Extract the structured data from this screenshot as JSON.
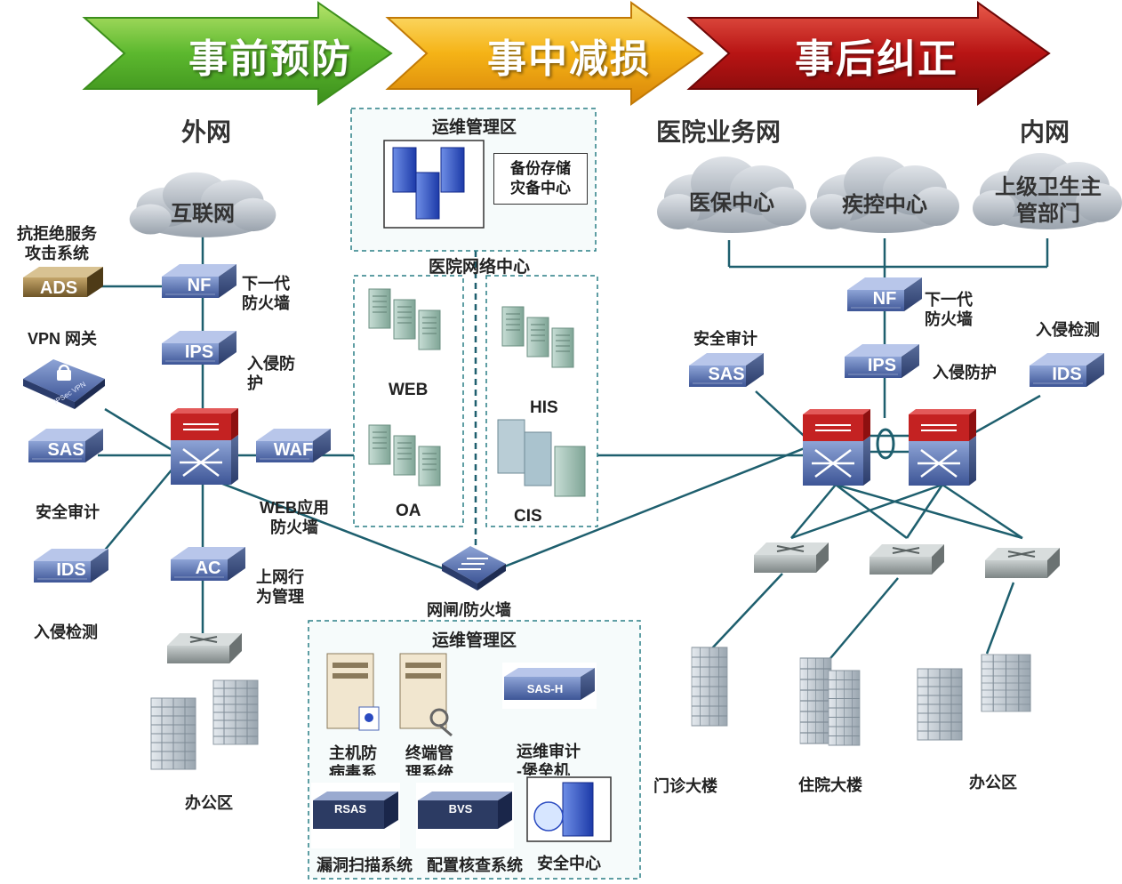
{
  "banner": {
    "stage1": "事前预防",
    "stage2": "事中减损",
    "stage3": "事后纠正",
    "colors": {
      "stage1": "#5cb82e",
      "stage2": "#f0a010",
      "stage3": "#b81414"
    }
  },
  "sections": {
    "extranet": "外网",
    "hospital_net": "医院业务网",
    "intranet": "内网"
  },
  "clouds": {
    "internet": "互联网",
    "medical_insurance": "医保中心",
    "disease_control": "疾控中心",
    "health_authority_line1": "上级卫生主",
    "health_authority_line2": "管部门"
  },
  "left": {
    "ads_label_line1": "抗拒绝服务",
    "ads_label_line2": "攻击系统",
    "ads": "ADS",
    "nf": "NF",
    "nf_label_line1": "下一代",
    "nf_label_line2": "防火墙",
    "vpn_label": "VPN 网关",
    "vpn_device": "IPSec VPN",
    "ips": "IPS",
    "ips_label_line1": "入侵防",
    "ips_label_line2": "护",
    "sas": "SAS",
    "sas_label": "安全审计",
    "waf": "WAF",
    "waf_label_line1": "WEB应用",
    "waf_label_line2": "防火墙",
    "ids": "IDS",
    "ids_label": "入侵检测",
    "ac": "AC",
    "ac_label_line1": "上网行",
    "ac_label_line2": "为管理",
    "office": "办公区"
  },
  "center": {
    "ops_top_title": "运维管理区",
    "backup_line1": "备份存储",
    "backup_line2": "灾备中心",
    "datacenter_title": "医院网络中心",
    "web": "WEB",
    "oa": "OA",
    "his": "HIS",
    "cis": "CIS",
    "gateway": "网闸/防火墙"
  },
  "ops_bottom": {
    "title": "运维管理区",
    "host_av_line1": "主机防",
    "host_av_line2": "病毒系",
    "endpoint_line1": "终端管",
    "endpoint_line2": "理系统",
    "sas_h": "SAS-H",
    "audit_line1": "运维审计",
    "audit_line2": "-堡垒机",
    "rsas": "RSAS",
    "rsas_label": "漏洞扫描系统",
    "bvs": "BVS",
    "bvs_label": "配置核查系统",
    "soc_label": "安全中心"
  },
  "right": {
    "sas_label": "安全审计",
    "sas": "SAS",
    "nf": "NF",
    "nf_label_line1": "下一代",
    "nf_label_line2": "防火墙",
    "ips": "IPS",
    "ips_label": "入侵防护",
    "ids_label": "入侵检测",
    "ids": "IDS",
    "outpatient": "门诊大楼",
    "inpatient": "住院大楼",
    "office": "办公区"
  }
}
